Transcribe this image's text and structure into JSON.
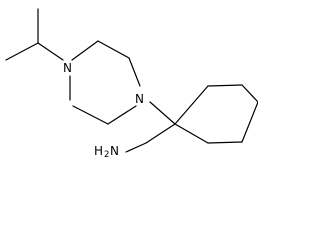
{
  "molecule": {
    "atoms": {
      "n_left": "N",
      "n_right": "N",
      "amine_h": "H",
      "amine_sub": "2",
      "amine_n": "N"
    }
  }
}
